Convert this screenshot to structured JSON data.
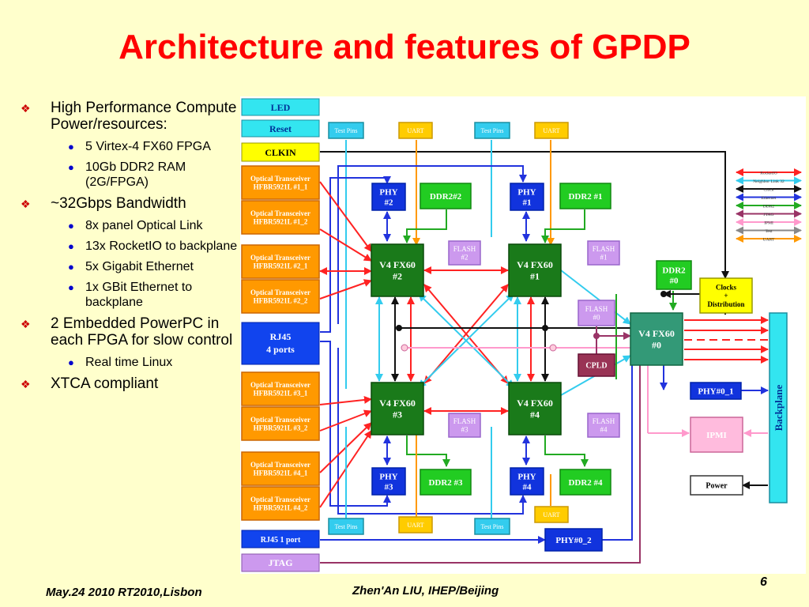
{
  "slide": {
    "title": "Architecture and features of GPDP",
    "footer_left": "May.24 2010 RT2010,Lisbon",
    "footer_center": "Zhen'An LIU, IHEP/Beijing",
    "page_number": "6"
  },
  "bullets": [
    {
      "text": "High Performance Compute Power/resources:",
      "sub": [
        "5 Virtex-4 FX60 FPGA",
        "10Gb DDR2 RAM (2G/FPGA)"
      ]
    },
    {
      "text": "~32Gbps Bandwidth",
      "sub": [
        "8x panel Optical Link",
        "13x RocketIO to backplane",
        "5x Gigabit Ethernet",
        "1x GBit Ethernet to backplane"
      ]
    },
    {
      "text": "2 Embedded PowerPC in each FPGA for slow control",
      "sub": [
        "Real time Linux"
      ]
    },
    {
      "text": "XTCA compliant",
      "sub": []
    }
  ],
  "diagram": {
    "left_blocks": {
      "led": "LED",
      "reset": "Reset",
      "clkin": "CLKIN",
      "rj45_4": "RJ45\n4 ports",
      "rj45_1": "RJ45  1 port",
      "jtag": "JTAG",
      "optical": [
        "Optical Transceiver\nHFBR5921L #1_1",
        "Optical Transceiver\nHFBR5921L #1_2",
        "Optical Transceiver\nHFBR5921L #2_1",
        "Optical Transceiver\nHFBR5921L #2_2",
        "Optical Transceiver\nHFBR5921L #3_1",
        "Optical Transceiver\nHFBR5921L #3_2",
        "Optical Transceiver\nHFBR5921L #4_1",
        "Optical Transceiver\nHFBR5921L #4_2"
      ]
    },
    "test_pins": "Test Pins",
    "uart": "UART",
    "fpga": {
      "f2": "V4 FX60\n#2",
      "f1": "V4 FX60\n#1",
      "f3": "V4 FX60\n#3",
      "f4": "V4 FX60\n#4",
      "f0": "V4 FX60\n#0"
    },
    "phy": {
      "p2": "PHY\n#2",
      "p1": "PHY\n#1",
      "p3": "PHY\n#3",
      "p4": "PHY\n#4",
      "p0_1": "PHY#0_1",
      "p0_2": "PHY#0_2"
    },
    "ddr": {
      "d22": "DDR2#2",
      "d21": "DDR2 #1",
      "d23": "DDR2 #3",
      "d24": "DDR2 #4",
      "d20": "DDR2\n#0"
    },
    "flash": {
      "fl2": "FLASH\n#2",
      "fl1": "FLASH\n#1",
      "fl0": "FLASH\n#0",
      "fl3": "FLASH\n#3",
      "fl4": "FLASH\n#4"
    },
    "cpld": "CPLD",
    "clocks": "Clocks\n+\nDistribution",
    "ipmi": "IPMI",
    "power": "Power",
    "backplane": "Backplane",
    "legend": [
      {
        "label": "RocketIO",
        "color": "#ff2222"
      },
      {
        "label": "Neighbor Link 32",
        "color": "#33ccee"
      },
      {
        "label": "Clock",
        "color": "#111111"
      },
      {
        "label": "Ethernet",
        "color": "#2233dd"
      },
      {
        "label": "DDR2",
        "color": "#22aa22"
      },
      {
        "label": "JTAG",
        "color": "#993366"
      },
      {
        "label": "IPMI",
        "color": "#ff99cc"
      },
      {
        "label": "Test",
        "color": "#888888"
      },
      {
        "label": "UART",
        "color": "#ff9900"
      }
    ]
  }
}
